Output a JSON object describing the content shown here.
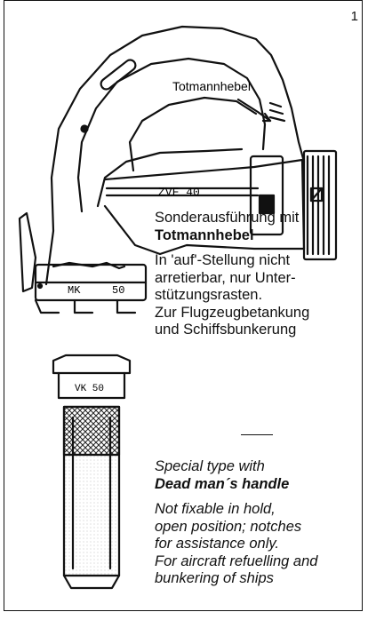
{
  "page_number": "1",
  "drawing": {
    "callout_label": "Totmannhebel",
    "nozzle_label": "ZVF 40",
    "coupling_label_left": "MK",
    "coupling_label_right": "50",
    "tube_label": "VK 50"
  },
  "german": {
    "title_line1": "Sonderausführung mit",
    "title_line2": "Totmannhebel",
    "body_lines": [
      "In 'auf'-Stellung nicht",
      "arretierbar, nur Unter-",
      "stützungsrasten.",
      "Zur Flugzeugbetankung",
      "und Schiffsbunkerung"
    ]
  },
  "english": {
    "title_line1": "Special type with",
    "title_line2": "Dead man´s handle",
    "body_lines": [
      "Not fixable in hold,",
      "open position; notches",
      "for assistance only.",
      "For aircraft refuelling and",
      "bunkering of ships"
    ]
  }
}
